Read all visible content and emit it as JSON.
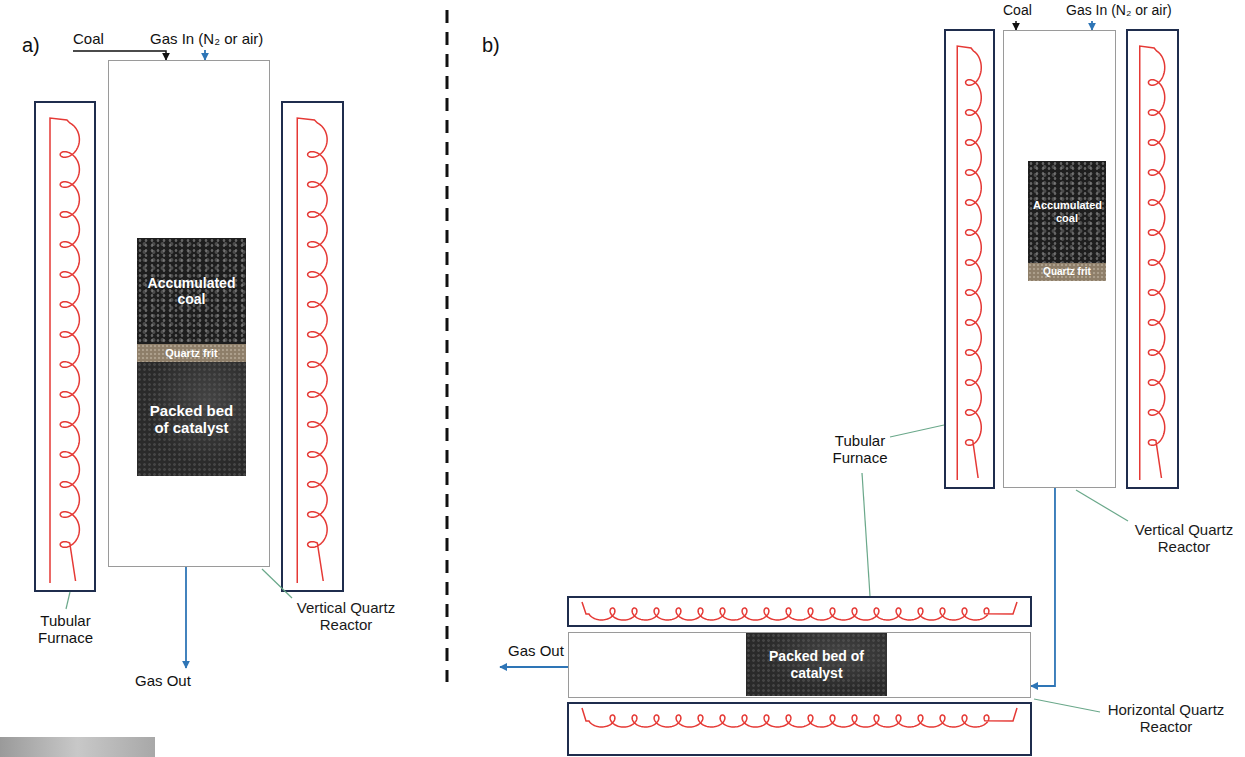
{
  "diagram": {
    "nodes": [
      {
        "text": [
          "Vertical Quartz Reactor"
        ]
      },
      {
        "text": [
          "Accumulated coal"
        ],
        "in": 0
      },
      {
        "text": [
          "Quartz frit"
        ],
        "in": 0
      },
      {
        "text": [
          "Packed bed of catalyst"
        ],
        "in": 0
      },
      {
        "text": [
          "Vertical Quartz Reactor"
        ]
      },
      {
        "text": [
          "Accumulated coal"
        ],
        "in": 4
      },
      {
        "text": [
          "Quartz frit"
        ],
        "in": 4
      },
      {
        "text": [
          "Horizontal Quartz Reactor"
        ]
      },
      {
        "text": [
          "Packed bed of catalyst"
        ],
        "in": 7
      }
    ],
    "edges": [
      {
        "from": 4,
        "to": 7,
        "arrow": "to"
      }
    ],
    "labels": [
      "a)",
      "Coal",
      "Gas In (N₂ or air)",
      "Tubular Furnace",
      "Gas Out",
      "b)",
      "Coal",
      "Gas In (N₂ or air)",
      "Tubular Furnace",
      "Gas Out"
    ]
  }
}
